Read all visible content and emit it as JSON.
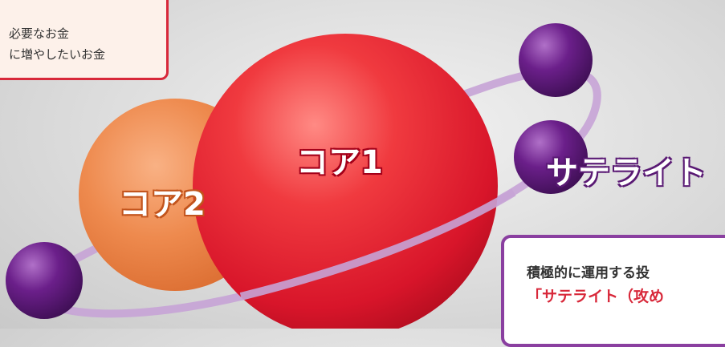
{
  "core_note": {
    "line1": "必要なお金",
    "line2": "に増やしたいお金"
  },
  "satellite_note": {
    "line1": "積極的に運用する投",
    "line2": "「サテライト（攻め"
  },
  "labels": {
    "core1": "コア1",
    "core2": "コア2",
    "satellite": "サテライト"
  },
  "colors": {
    "core1": "#e8202e",
    "core2": "#ee8a4e",
    "satellite": "#6b1f8a",
    "orbit": "#c7a3d6"
  }
}
